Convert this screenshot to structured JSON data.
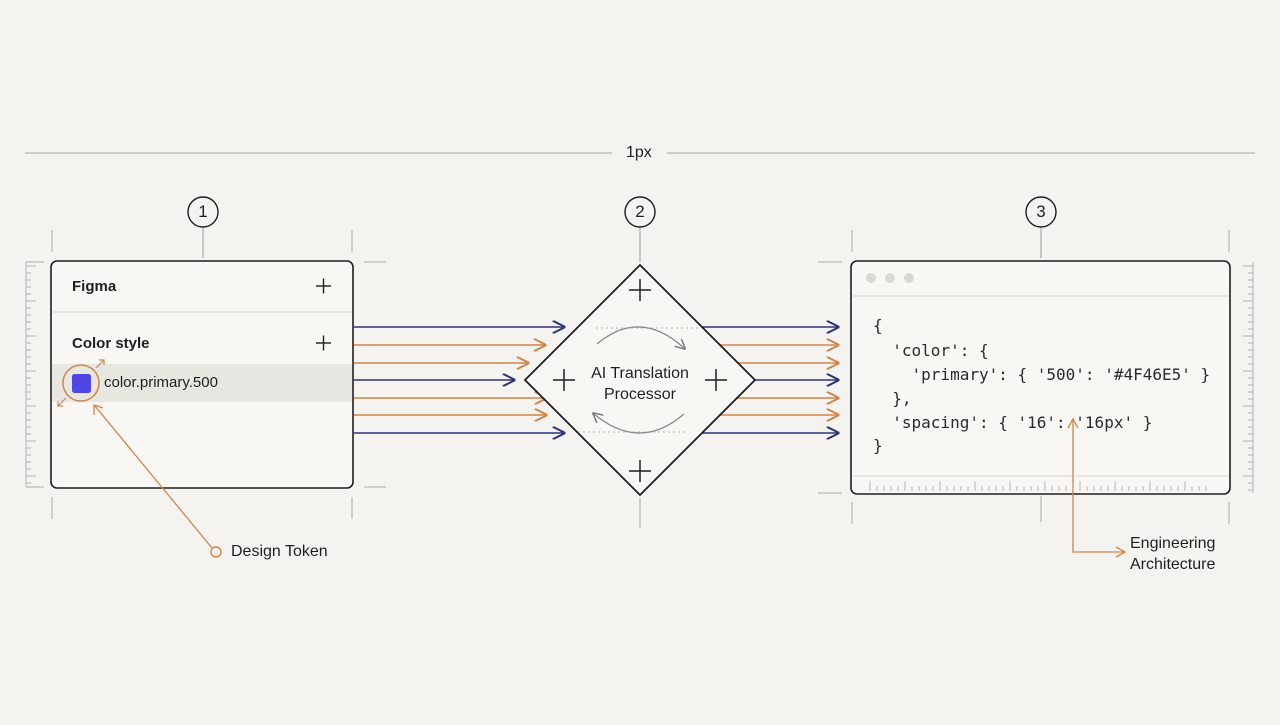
{
  "dimension": {
    "label": "1px"
  },
  "steps": [
    {
      "number": "1"
    },
    {
      "number": "2"
    },
    {
      "number": "3"
    }
  ],
  "figma_panel": {
    "title": "Figma",
    "section": "Color style",
    "token_name": "color.primary.500",
    "swatch_color": "#4F46E5"
  },
  "processor": {
    "line1": "AI Translation",
    "line2": "Processor"
  },
  "code_window": {
    "lines": [
      "{",
      "  'color': {",
      "    'primary': { '500': '#4F46E5' }",
      "  },",
      "  'spacing': { '16': '16px' }",
      "}"
    ]
  },
  "callouts": {
    "design_token": "Design Token",
    "engineering_line1": "Engineering",
    "engineering_line2": "Architecture"
  },
  "colors": {
    "navy": "#2c3377",
    "orange": "#d0854a",
    "ink": "#1f1f1f"
  }
}
